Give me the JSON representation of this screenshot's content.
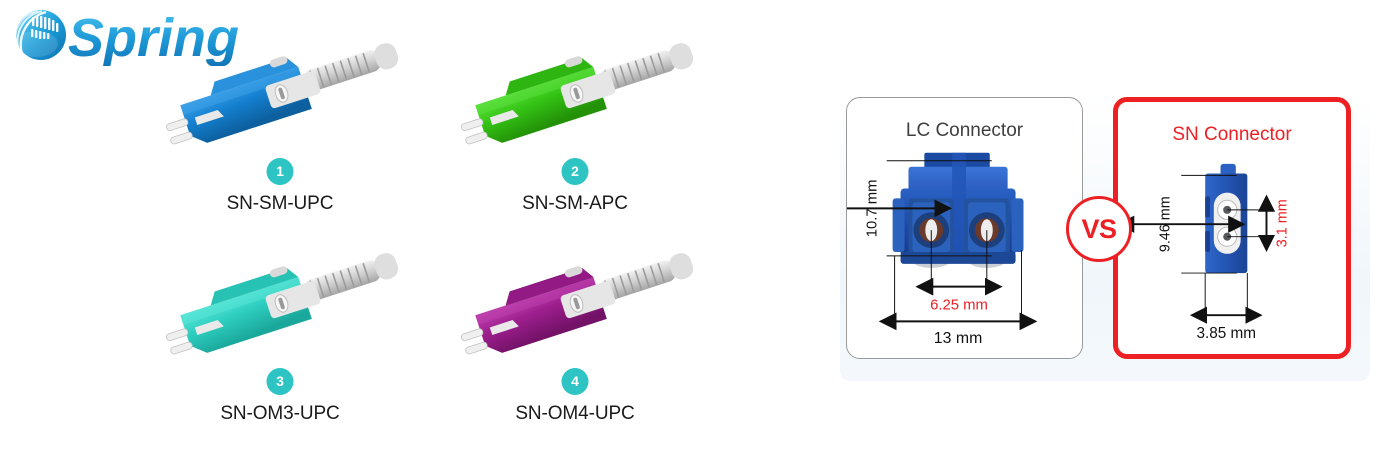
{
  "brand": {
    "name": "Spring",
    "logo_icon": "globe-sphere-icon",
    "color_primary": "#1a9ad6",
    "color_secondary": "#2fb5e8"
  },
  "products": {
    "badge_color": "#2ec4c4",
    "items": [
      {
        "index": "1",
        "label": "SN-SM-UPC",
        "body_color": "#1480d0",
        "body_color_dark": "#0d5f9e",
        "body_color_light": "#3da1e8",
        "icon": "sn-connector-icon"
      },
      {
        "index": "2",
        "label": "SN-SM-APC",
        "body_color": "#34c415",
        "body_color_dark": "#249208",
        "body_color_light": "#5ce03d",
        "icon": "sn-connector-icon"
      },
      {
        "index": "3",
        "label": "SN-OM3-UPC",
        "body_color": "#2ecfc0",
        "body_color_dark": "#1ba89c",
        "body_color_light": "#59e5d8",
        "icon": "sn-connector-icon"
      },
      {
        "index": "4",
        "label": "SN-OM4-UPC",
        "body_color": "#9d1f8e",
        "body_color_dark": "#741268",
        "body_color_light": "#bf42af",
        "icon": "sn-connector-icon"
      }
    ]
  },
  "comparison": {
    "vs_label": "VS",
    "vs_color": "#ed2024",
    "lc": {
      "title": "LC Connector",
      "title_color": "#3f3f3f",
      "border_color": "#9a9a9a",
      "icon": "lc-duplex-connector-icon",
      "dimensions": {
        "height": "10.7 mm",
        "pitch": "6.25 mm",
        "width": "13 mm",
        "height_color": "#1a1a1a",
        "pitch_color": "#ed2024",
        "width_color": "#1a1a1a"
      }
    },
    "sn": {
      "title": "SN Connector",
      "title_color": "#ed2024",
      "border_color": "#ed2024",
      "icon": "sn-duplex-connector-icon",
      "dimensions": {
        "height": "9.46 mm",
        "pitch": "3.1 mm",
        "width": "3.85 mm",
        "height_color": "#1a1a1a",
        "pitch_color": "#ed2024",
        "width_color": "#1a1a1a"
      }
    }
  }
}
